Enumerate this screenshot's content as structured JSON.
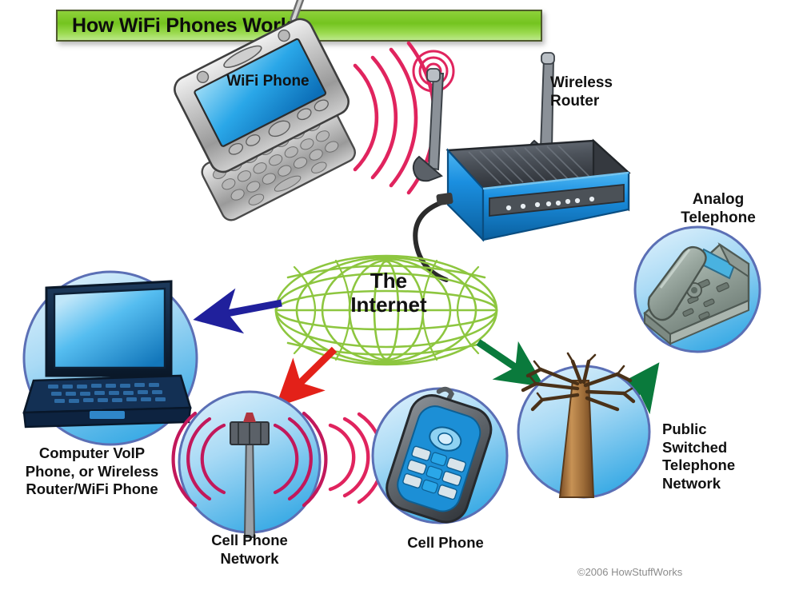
{
  "title": {
    "text": "How WiFi Phones Work",
    "banner_color": "#7cc72a",
    "border_color": "#4e5a2c"
  },
  "labels": {
    "wifi_phone": "WiFi Phone",
    "wireless_router": "Wireless\nRouter",
    "analog_telephone": "Analog\nTelephone",
    "computer_voip": "Computer VoIP\nPhone, or Wireless\nRouter/WiFi Phone",
    "cell_phone_network": "Cell Phone\nNetwork",
    "cell_phone": "Cell Phone",
    "pstn": "Public\nSwitched\nTelephone\nNetwork",
    "internet": "The\nInternet"
  },
  "copyright": "©2006 HowStuffWorks",
  "colors": {
    "title_green": "#7cc72a",
    "internet_green": "#8dc63f",
    "arrow_blue": "#20209c",
    "arrow_red": "#e32119",
    "arrow_green": "#0a7a3c",
    "wifi_wave_pink": "#e0245e",
    "circle_fill": "#9fd3f2",
    "circle_stroke": "#5b6fb5",
    "router_blue": "#2196e6",
    "router_body": "#4a4f56",
    "pole_brown": "#9c6b3f",
    "phone_screen_blue": "#1f9ee0",
    "copyright_gray": "#8c8c8c"
  },
  "nodes": [
    {
      "id": "wifi-phone",
      "label": "WiFi Phone",
      "icon": "pda-phone-icon"
    },
    {
      "id": "wireless-router",
      "label": "Wireless Router",
      "icon": "wireless-router-icon"
    },
    {
      "id": "internet",
      "label": "The Internet",
      "icon": "internet-globe-icon"
    },
    {
      "id": "computer-voip",
      "label": "Computer VoIP Phone, or Wireless Router/WiFi Phone",
      "icon": "laptop-icon"
    },
    {
      "id": "cell-network",
      "label": "Cell Phone Network",
      "icon": "cell-tower-icon"
    },
    {
      "id": "cell-phone",
      "label": "Cell Phone",
      "icon": "cell-phone-icon"
    },
    {
      "id": "pstn",
      "label": "Public Switched Telephone Network",
      "icon": "telephone-pole-icon"
    },
    {
      "id": "analog-telephone",
      "label": "Analog Telephone",
      "icon": "desk-phone-icon"
    }
  ],
  "connections": [
    {
      "from": "wifi-phone",
      "to": "wireless-router",
      "style": "wifi-waves",
      "color": "#e0245e"
    },
    {
      "from": "wireless-router",
      "to": "internet",
      "style": "cable",
      "color": "#2b2b2b"
    },
    {
      "from": "internet",
      "to": "computer-voip",
      "style": "arrow",
      "color": "#20209c"
    },
    {
      "from": "internet",
      "to": "cell-network",
      "style": "arrow",
      "color": "#e32119"
    },
    {
      "from": "internet",
      "to": "pstn",
      "style": "arrow",
      "color": "#0a7a3c"
    },
    {
      "from": "pstn",
      "to": "analog-telephone",
      "style": "arrow",
      "color": "#0a7a3c"
    },
    {
      "from": "cell-network",
      "to": "cell-phone",
      "style": "wifi-waves",
      "color": "#e0245e"
    }
  ]
}
